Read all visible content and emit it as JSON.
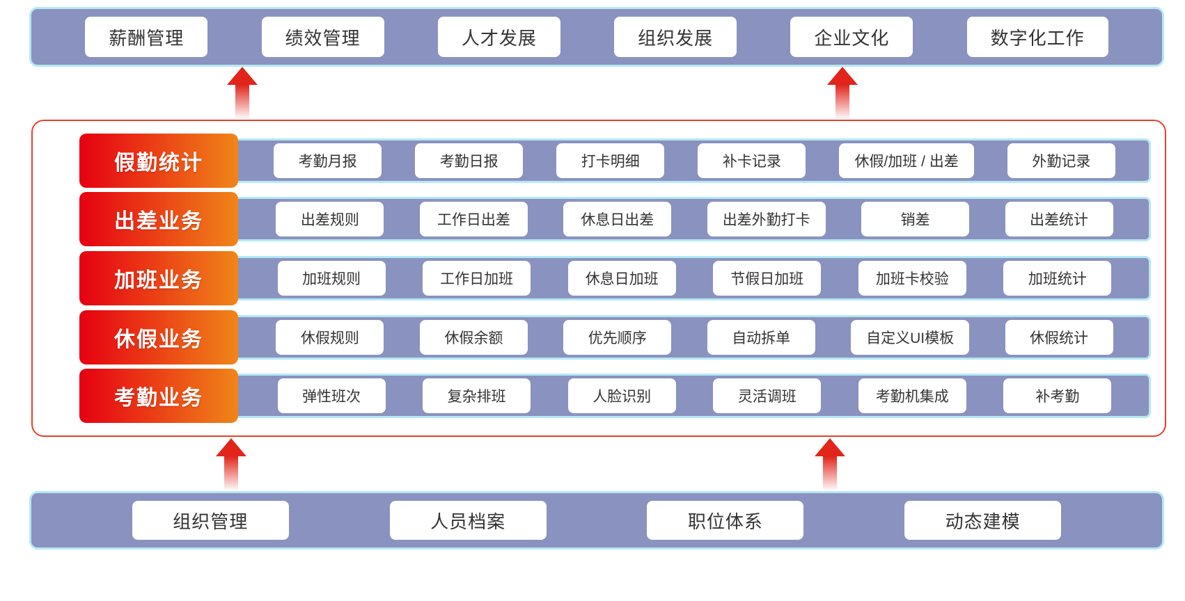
{
  "top_bar": {
    "items": [
      "薪酬管理",
      "绩效管理",
      "人才发展",
      "组织发展",
      "企业文化",
      "数字化工作"
    ]
  },
  "matrix": {
    "rows": [
      {
        "label": "假勤统计",
        "items": [
          "考勤月报",
          "考勤日报",
          "打卡明细",
          "补卡记录",
          "休假/加班 / 出差",
          "外勤记录"
        ]
      },
      {
        "label": "出差业务",
        "items": [
          "出差规则",
          "工作日出差",
          "休息日出差",
          "出差外勤打卡",
          "销差",
          "出差统计"
        ]
      },
      {
        "label": "加班业务",
        "items": [
          "加班规则",
          "工作日加班",
          "休息日加班",
          "节假日加班",
          "加班卡校验",
          "加班统计"
        ]
      },
      {
        "label": "休假业务",
        "items": [
          "休假规则",
          "休假余额",
          "优先顺序",
          "自动拆单",
          "自定义UI模板",
          "休假统计"
        ]
      },
      {
        "label": "考勤业务",
        "items": [
          "弹性班次",
          "复杂排班",
          "人脸识别",
          "灵活调班",
          "考勤机集成",
          "补考勤"
        ]
      }
    ]
  },
  "bottom_bar": {
    "items": [
      "组织管理",
      "人员档案",
      "职位体系",
      "动态建模"
    ]
  },
  "icons": {
    "arrow_up": "red-gradient-arrow-up"
  },
  "colors": {
    "bar_background": "#8A92BF",
    "bar_border_cyan": "#B5E8F4",
    "container_border_red": "#E8402A",
    "label_gradient_start": "#E60012",
    "label_gradient_end": "#F08519",
    "arrow_red": "#E1251B",
    "chip_background": "#FFFFFF",
    "chip_text": "#333333"
  }
}
